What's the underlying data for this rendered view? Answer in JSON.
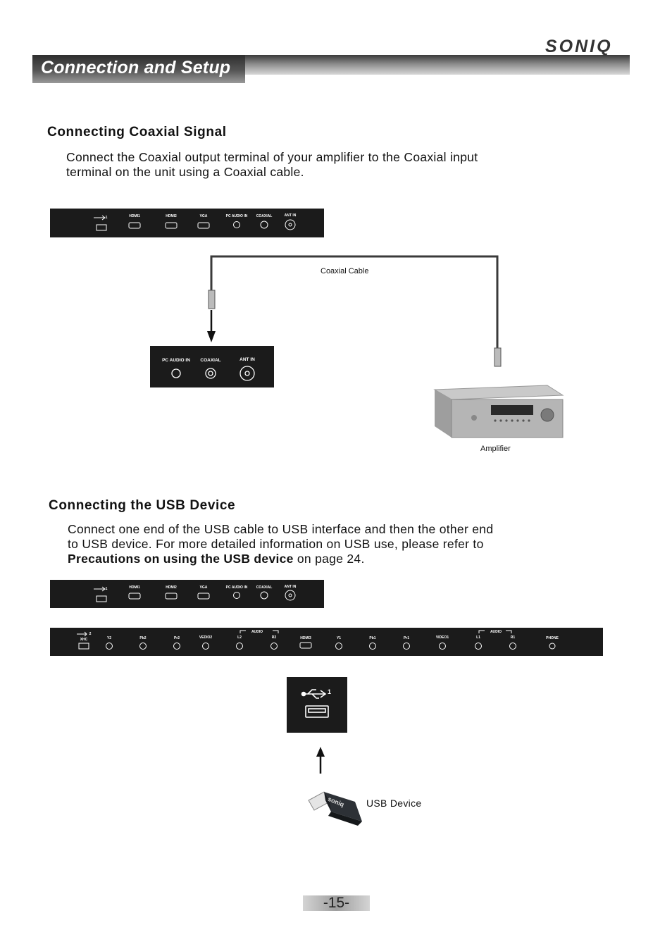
{
  "header": {
    "title": "Connection and Setup",
    "brand": "SONIQ"
  },
  "section_coaxial": {
    "heading": "Connecting Coaxial Signal",
    "line1": "Connect the Coaxial output terminal of your amplifier to the Coaxial input",
    "line2": "terminal on the unit using a Coaxial cable."
  },
  "panel_top": {
    "usb": "1",
    "hdmi1": "HDMI1",
    "hdmi2": "HDMI2",
    "vga": "VGA",
    "pc_audio": "PC AUDIO IN",
    "coaxial": "COAXIAL",
    "ant": "ANT IN"
  },
  "coax_diagram": {
    "cable_label": "Coaxial Cable",
    "zoom": {
      "pc_audio": "PC AUDIO IN",
      "coaxial": "COAXIAL",
      "ant": "ANT IN"
    },
    "amplifier_label": "Amplifier"
  },
  "section_usb": {
    "heading": "Connecting the USB Device",
    "line1": "Connect one end of the USB cable to USB interface and then the other end",
    "line2": "to USB device. For more detailed information on USB use, please refer to",
    "line3_bold": "Precautions on using the USB device",
    "line3_rest": " on page 24."
  },
  "panel_side": {
    "usb": "2",
    "usb_sub": "XHC",
    "y2": "Y2",
    "pb2": "Pb2",
    "pr2": "Pr2",
    "video2": "VEDIO2",
    "audio1": "AUDIO",
    "l2": "L2",
    "r2": "R2",
    "hdmi3": "HDMI3",
    "y1": "Y1",
    "pb1": "Pb1",
    "pr1": "Pr1",
    "video1": "VIDEO1",
    "audio2": "AUDIO",
    "l1": "L1",
    "r1": "R1",
    "phone": "PHONE"
  },
  "usb_diagram": {
    "port_number": "1",
    "device_label": "USB Device",
    "stick_brand": "soniq"
  },
  "footer": {
    "page": "-15-"
  },
  "colors": {
    "panel": "#1b1b1b",
    "header_dark": "#2e2e2e",
    "text": "#111111"
  }
}
